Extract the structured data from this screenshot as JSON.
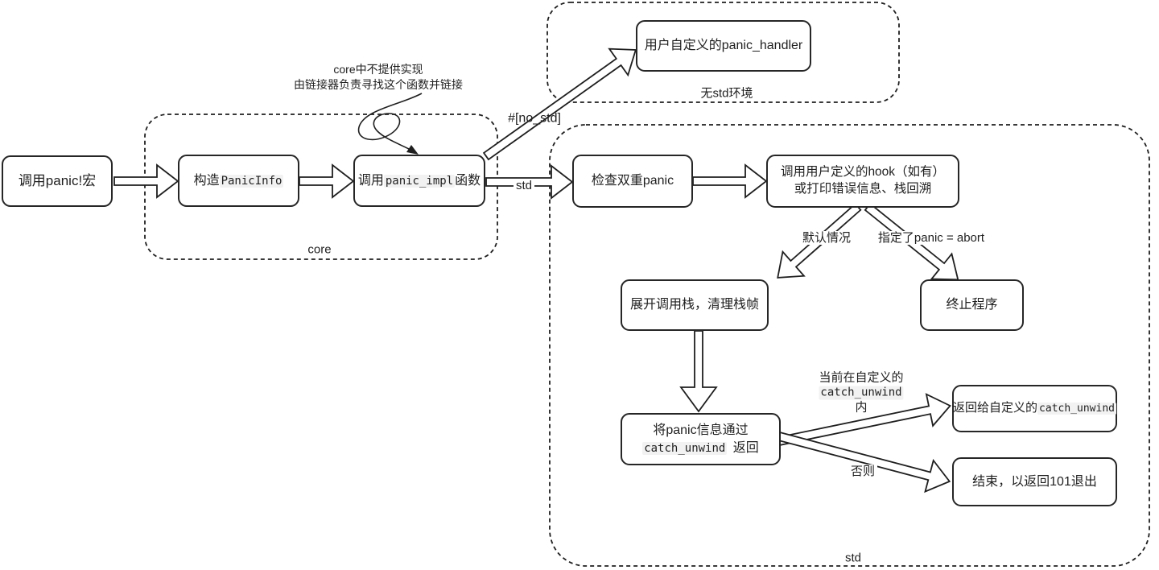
{
  "containers": {
    "core": {
      "label": "core"
    },
    "no_std_env": {
      "label": "无std环境"
    },
    "std": {
      "label": "std"
    }
  },
  "annotation": {
    "line1": "core中不提供实现",
    "line2": "由链接器负责寻找这个函数并链接"
  },
  "nodes": {
    "call_panic_macro": {
      "text": "调用panic!宏"
    },
    "build_panic_info": {
      "pre": "构造",
      "code": "PanicInfo"
    },
    "call_panic_impl": {
      "pre": "调用",
      "code": "panic_impl",
      "post": "函数"
    },
    "user_panic_handler": {
      "text": "用户自定义的panic_handler"
    },
    "check_double_panic": {
      "text": "检查双重panic"
    },
    "call_user_hook": {
      "line1": "调用用户定义的hook（如有）",
      "line2": "或打印错误信息、栈回溯"
    },
    "unwind_stack": {
      "text": "展开调用栈，清理栈帧"
    },
    "abort_program": {
      "text": "终止程序"
    },
    "return_via_catch_unwind": {
      "line1": "将panic信息通过",
      "code": "catch_unwind",
      "post": "返回"
    },
    "return_to_custom_catch_unwind": {
      "pre": "返回给自定义的",
      "code": "catch_unwind"
    },
    "exit_with_101": {
      "text": "结束，以返回101退出"
    }
  },
  "edge_labels": {
    "no_std": "#[no_std]",
    "std": "std",
    "default_case": "默认情况",
    "panic_abort": "指定了panic = abort",
    "in_custom_line1": "当前在自定义的",
    "in_custom_code": "catch_unwind",
    "in_custom_line2": "内",
    "otherwise": "否则"
  },
  "colors": {
    "stroke": "#1f1f1f",
    "box_fill": "#ffffff",
    "code_bg": "#f2f2f2",
    "background": "#ffffff"
  }
}
